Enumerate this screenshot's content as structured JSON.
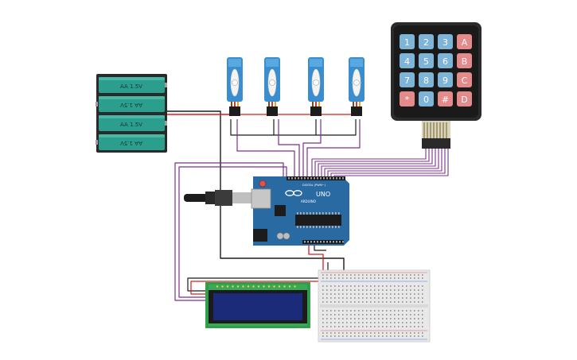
{
  "battery": {
    "cells": [
      "AA 1.5V",
      "AA 1.5V",
      "AA 1.5V",
      "AA 1.5V"
    ]
  },
  "keypad": {
    "keys": [
      "1",
      "2",
      "3",
      "A",
      "4",
      "5",
      "6",
      "B",
      "7",
      "8",
      "9",
      "C",
      "*",
      "0",
      "#",
      "D"
    ]
  },
  "arduino": {
    "model_label": "UNO",
    "brand_label": "ARDUINO",
    "pin_header_label": "DIGITAL (PWM~)"
  },
  "colors": {
    "wire_black": "#1b1b1b",
    "wire_red": "#e0191b",
    "wire_purple": "#7b2f8e",
    "board_blue": "#2a6aa3",
    "keypad_blue": "#7fb4d9",
    "keypad_red": "#e58a8a",
    "servo_blue": "#3a8ed0",
    "lcd_green": "#2fa34a",
    "lcd_screen": "#1c2a7a",
    "battery_green": "#2c9e8e"
  }
}
